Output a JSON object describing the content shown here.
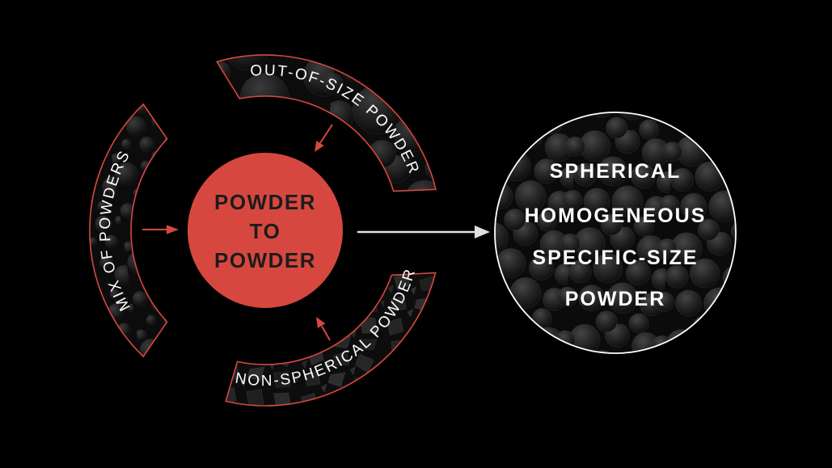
{
  "diagram": {
    "center": {
      "lines": [
        "POWDER",
        "TO",
        "POWDER"
      ]
    },
    "inputs": {
      "top": {
        "label": "OUT-OF-SIZE POWDER",
        "texture": "large-spheres"
      },
      "left": {
        "label": "MIX OF POWDERS",
        "texture": "mixed-spheres"
      },
      "bottom": {
        "label": "NON-SPHERICAL POWDER",
        "texture": "angular-shards"
      }
    },
    "output": {
      "lines": [
        "SPHERICAL",
        "HOMOGENEOUS",
        "SPECIFIC-SIZE",
        "POWDER"
      ],
      "texture": "uniform-spheres"
    },
    "colors": {
      "background": "#000000",
      "accent_red": "#d6483f",
      "center_text": "#1c1c1c",
      "label_text": "#ffffff",
      "output_arrow": "#e0e0e0",
      "output_rim": "#ffffff"
    }
  }
}
